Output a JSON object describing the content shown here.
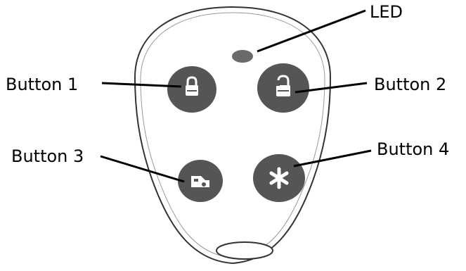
{
  "labels": {
    "led": "LED",
    "button_1": "Button 1",
    "button_2": "Button 2",
    "button_3": "Button 3",
    "button_4": "Button 4"
  },
  "colors": {
    "button_fill": "#555555",
    "led_fill": "#6a6a6a",
    "fob_fill": "#ffffff",
    "outline": "#333333",
    "glyph": "#ffffff",
    "leader_line": "#000000"
  },
  "icons": {
    "button_1": "lock-closed-icon",
    "button_2": "lock-open-icon",
    "button_3": "trunk-release-icon",
    "button_4": "asterisk-icon"
  }
}
